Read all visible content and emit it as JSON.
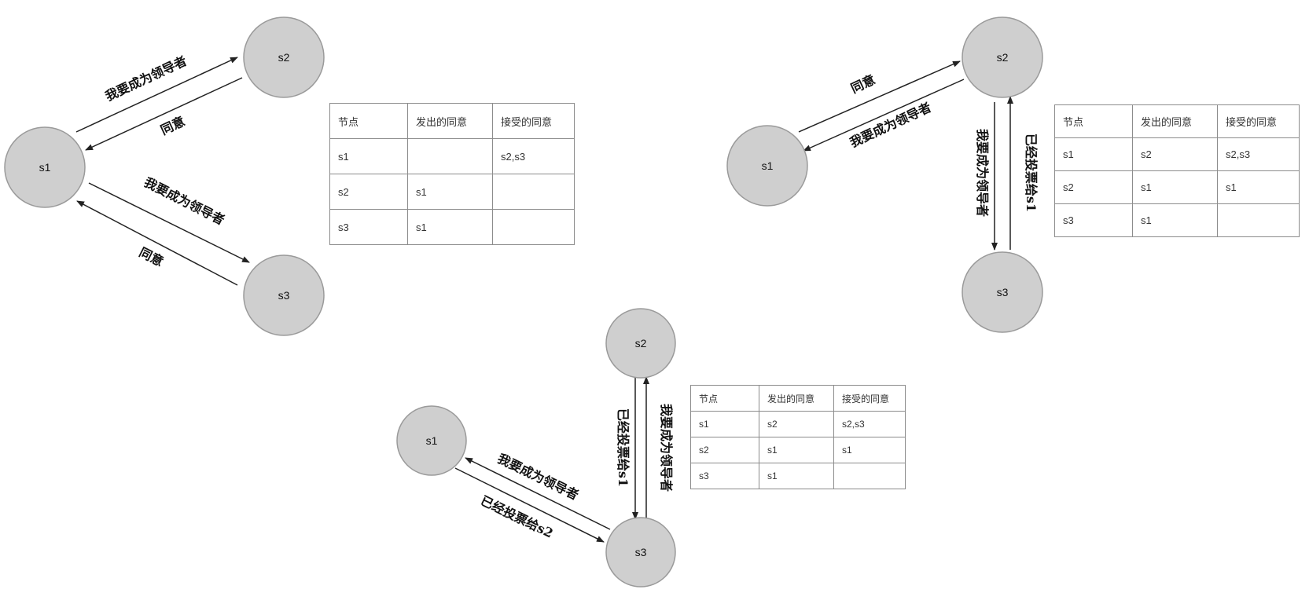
{
  "scenes": [
    {
      "nodes": {
        "s1": "s1",
        "s2": "s2",
        "s3": "s3"
      },
      "edges": [
        {
          "id": "s1-to-s2",
          "label": "我要成为领导者"
        },
        {
          "id": "s2-to-s1",
          "label": "同意"
        },
        {
          "id": "s1-to-s3",
          "label": "我要成为领导者"
        },
        {
          "id": "s3-to-s1",
          "label": "同意"
        }
      ],
      "table": {
        "headers": [
          "节点",
          "发出的同意",
          "接受的同意"
        ],
        "rows": [
          [
            "s1",
            "",
            "s2,s3"
          ],
          [
            "s2",
            "s1",
            ""
          ],
          [
            "s3",
            "s1",
            ""
          ]
        ]
      }
    },
    {
      "nodes": {
        "s1": "s1",
        "s2": "s2",
        "s3": "s3"
      },
      "edges": [
        {
          "id": "s1-to-s2",
          "label": "同意"
        },
        {
          "id": "s2-to-s1",
          "label": "我要成为领导者"
        },
        {
          "id": "s2-to-s3",
          "label": "我要成为领导者"
        },
        {
          "id": "s3-to-s2",
          "label": "已经投票给s1"
        }
      ],
      "table": {
        "headers": [
          "节点",
          "发出的同意",
          "接受的同意"
        ],
        "rows": [
          [
            "s1",
            "s2",
            "s2,s3"
          ],
          [
            "s2",
            "s1",
            "s1"
          ],
          [
            "s3",
            "s1",
            ""
          ]
        ]
      }
    },
    {
      "nodes": {
        "s1": "s1",
        "s2": "s2",
        "s3": "s3"
      },
      "edges": [
        {
          "id": "s2-to-s3",
          "label": "已经投票给s1"
        },
        {
          "id": "s3-to-s2",
          "label": "我要成为领导者"
        },
        {
          "id": "s3-to-s1",
          "label": "我要成为领导者"
        },
        {
          "id": "s1-to-s3",
          "label": "已经投票给s2"
        }
      ],
      "table": {
        "headers": [
          "节点",
          "发出的同意",
          "接受的同意"
        ],
        "rows": [
          [
            "s1",
            "s2",
            "s2,s3"
          ],
          [
            "s2",
            "s1",
            "s1"
          ],
          [
            "s3",
            "s1",
            ""
          ]
        ]
      }
    }
  ]
}
